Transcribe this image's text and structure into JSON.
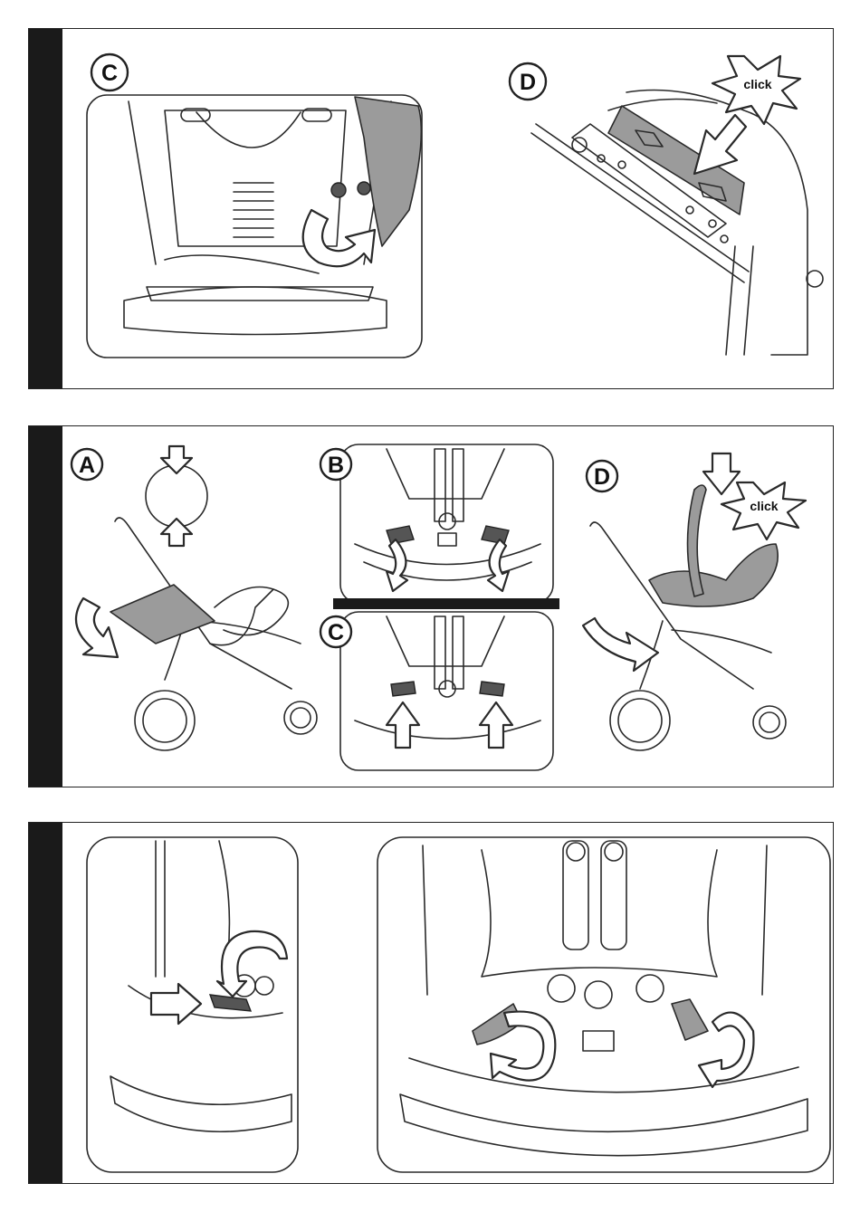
{
  "panels": {
    "top": {
      "badges": [
        "C",
        "D"
      ],
      "click_label": "click"
    },
    "middle": {
      "badges": [
        "A",
        "B",
        "C",
        "D"
      ],
      "click_label": "click"
    },
    "bottom": {
      "badges": []
    }
  }
}
